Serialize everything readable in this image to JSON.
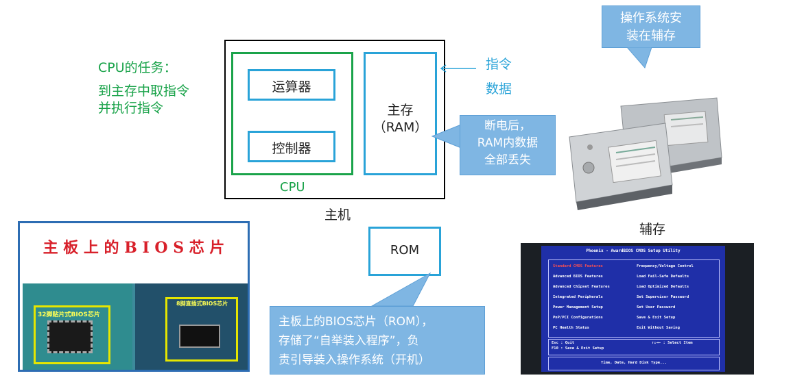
{
  "cpu_tasks": {
    "title": "CPU的任务：",
    "line1": "到主存中取指令",
    "line2": "并执行指令"
  },
  "host": {
    "alu": "运算器",
    "control": "控制器",
    "cpu_label": "CPU",
    "main_memory": "主存",
    "ram_paren": "（RAM）",
    "label": "主机"
  },
  "arrow_text": {
    "line1": "指令",
    "line2": "数据"
  },
  "callout_os": {
    "line1": "操作系统安",
    "line2": "装在辅存"
  },
  "callout_ram": {
    "line1": "断电后，",
    "line2": "RAM内数据",
    "line3": "全部丢失"
  },
  "aux_storage_label": "辅存",
  "rom_label": "ROM",
  "callout_rom": {
    "line1": "主板上的BIOS芯片（ROM），",
    "line2": "存储了“自举装入程序”，负",
    "line3": "责引导装入操作系统（开机）"
  },
  "bios_photo": {
    "title": "主 板 上 的 B I O S 芯 片",
    "chip1_label": "32脚贴片式BIOS芯片",
    "chip2_label": "8脚直插式BIOS芯片"
  },
  "bios_screen": {
    "title": "Phoenix - AwardBIOS CMOS Setup Utility",
    "left_items": [
      "Standard CMOS Features",
      "Advanced BIOS Features",
      "Advanced Chipset Features",
      "Integrated Peripherals",
      "Power Management Setup",
      "PnP/PCI Configurations",
      "PC Health Status"
    ],
    "right_items": [
      "Frequency/Voltage Control",
      "Load Fail-Safe Defaults",
      "Load Optimized Defaults",
      "Set Supervisor Password",
      "Set User Password",
      "Save & Exit Setup",
      "Exit Without Saving"
    ],
    "footer_left1": "Esc : Quit",
    "footer_left2": "F10 : Save & Exit Setup",
    "footer_right": "↑↓→← : Select Item",
    "bottom": "Time, Date, Hard Disk Type..."
  },
  "colors": {
    "green": "#1aa34a",
    "blue": "#29a3d8",
    "callout": "#7fb6e3"
  }
}
